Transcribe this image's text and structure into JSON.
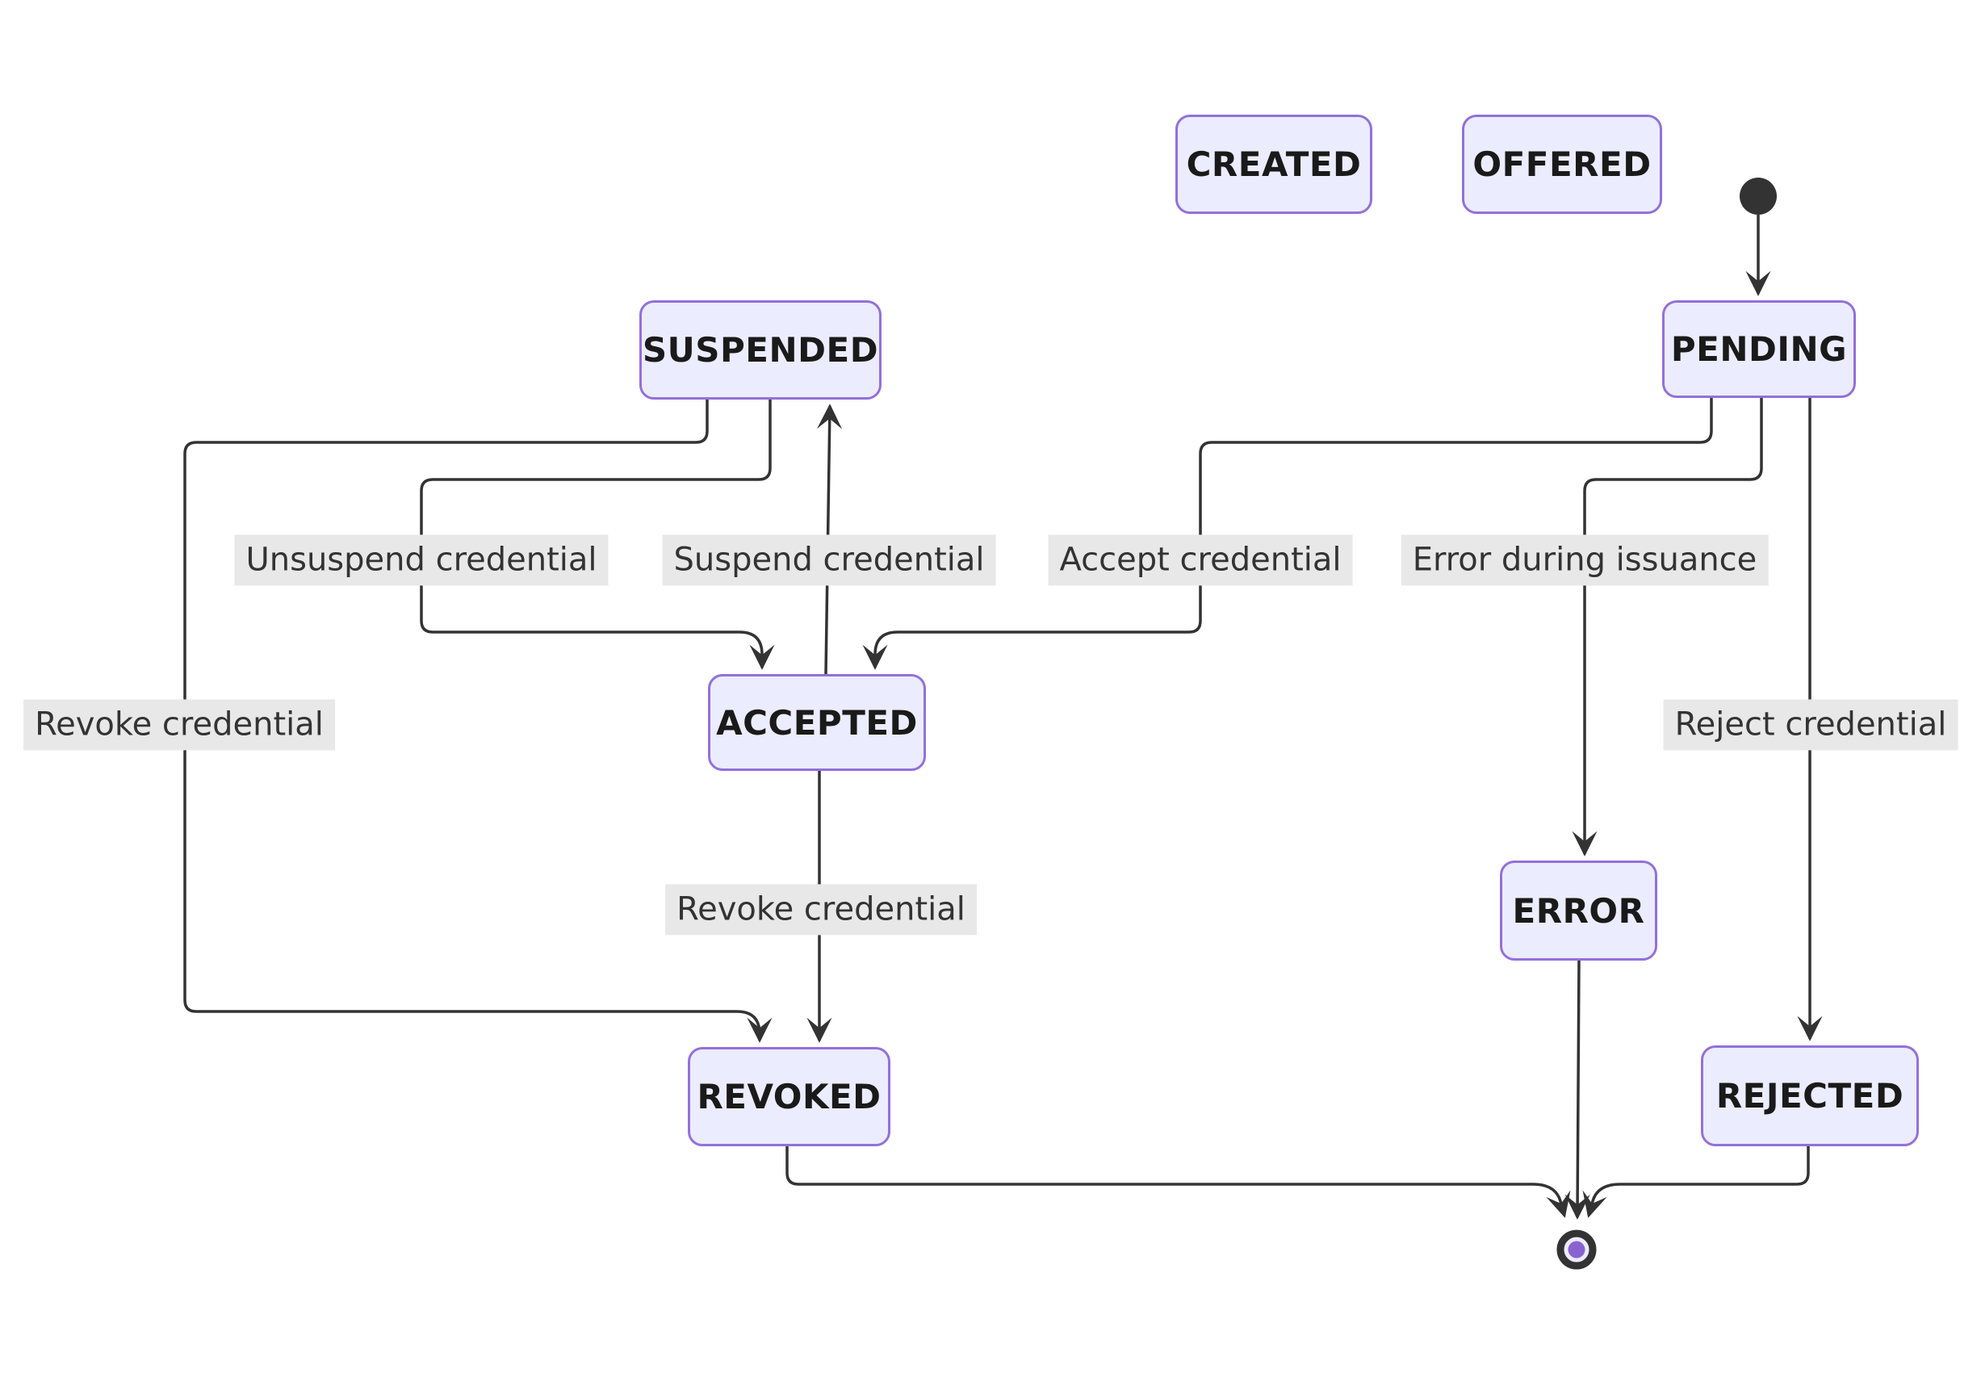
{
  "diagram": {
    "kind": "state-diagram",
    "background": "#ffffff",
    "colors": {
      "node_fill": "#ECECFF",
      "node_border": "#9370DB",
      "node_text": "#1a1a1a",
      "edge_line": "#333333",
      "edge_label_bg": "#e8e8e8",
      "edge_label_text": "#333333",
      "start_dot": "#333333",
      "end_ring": "#333333",
      "end_ring_fill": "#ECECFF",
      "end_inner_dot": "#8a63d2"
    },
    "states": {
      "created": {
        "label": "CREATED"
      },
      "offered": {
        "label": "OFFERED"
      },
      "pending": {
        "label": "PENDING"
      },
      "suspended": {
        "label": "SUSPENDED"
      },
      "accepted": {
        "label": "ACCEPTED"
      },
      "error": {
        "label": "ERROR"
      },
      "revoked": {
        "label": "REVOKED"
      },
      "rejected": {
        "label": "REJECTED"
      }
    },
    "markers": {
      "start": "initial-state-dot",
      "end": "final-state-ring"
    },
    "edge_labels": {
      "unsuspend": "Unsuspend credential",
      "suspend": "Suspend credential",
      "accept": "Accept credential",
      "error_during_issuance": "Error during issuance",
      "revoke_left": "Revoke credential",
      "reject": "Reject credential",
      "revoke_center": "Revoke credential"
    },
    "transitions": [
      {
        "from": "start",
        "to": "pending",
        "label": ""
      },
      {
        "from": "pending",
        "to": "accepted",
        "label": "Accept credential"
      },
      {
        "from": "pending",
        "to": "error",
        "label": "Error during issuance"
      },
      {
        "from": "pending",
        "to": "rejected",
        "label": "Reject credential"
      },
      {
        "from": "suspended",
        "to": "accepted",
        "label": "Unsuspend credential"
      },
      {
        "from": "accepted",
        "to": "suspended",
        "label": "Suspend credential"
      },
      {
        "from": "suspended",
        "to": "revoked",
        "label": "Revoke credential"
      },
      {
        "from": "accepted",
        "to": "revoked",
        "label": "Revoke credential"
      },
      {
        "from": "revoked",
        "to": "end",
        "label": ""
      },
      {
        "from": "error",
        "to": "end",
        "label": ""
      },
      {
        "from": "rejected",
        "to": "end",
        "label": ""
      }
    ]
  }
}
